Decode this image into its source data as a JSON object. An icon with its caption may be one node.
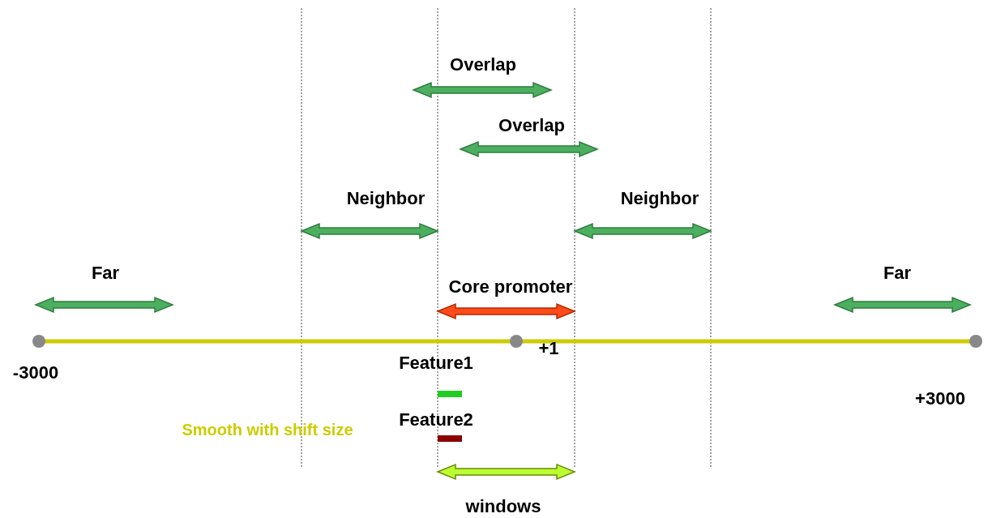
{
  "diagram": {
    "labels": [
      "Overlap",
      "Overlap",
      "Neighbor",
      "Neighbor",
      "Far",
      "Core promoter",
      "Far",
      "+1",
      "-3000",
      "Feature1",
      "+3000",
      "Smooth with shift size",
      "Feature2",
      "windows"
    ]
  }
}
